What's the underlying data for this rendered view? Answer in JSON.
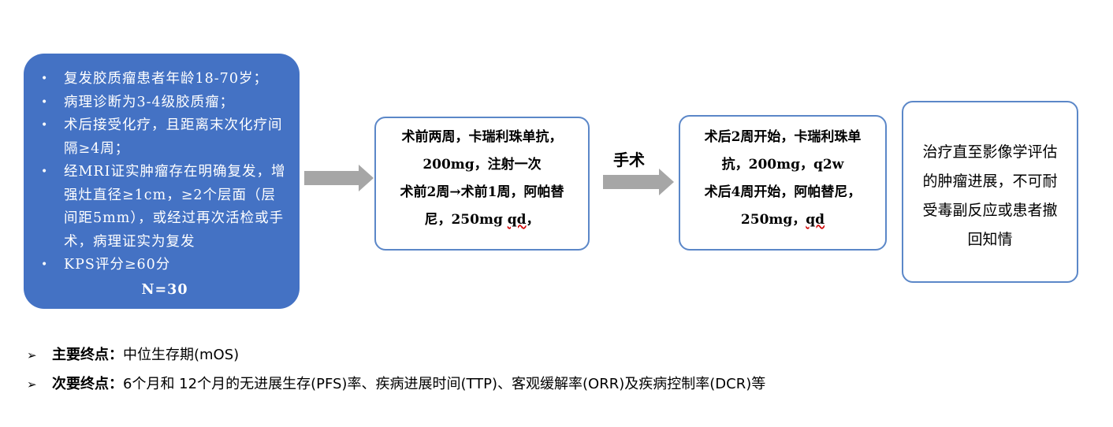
{
  "criteria": {
    "items": [
      "复发胶质瘤患者年龄18-70岁；",
      "病理诊断为3-4级胶质瘤；",
      "术后接受化疗，且距离末次化疗间隔≥4周；",
      "经MRI证实肿瘤存在明确复发，增强灶直径≥1cm，≥2个层面（层间距5mm），或经过再次活检或手术，病理证实为复发",
      "KPS评分≥60分"
    ],
    "bullet": "•",
    "n_label": "N=30"
  },
  "pre_op": {
    "line1": "术前两周，卡瑞利珠单抗，",
    "line2": "200mg，注射一次",
    "line3": "术前2周→术前1周，阿帕替",
    "line4_main": "尼，250mg ",
    "line4_wavy": "qd",
    "line4_end": "，"
  },
  "surgery_label": "手术",
  "post_op": {
    "line1": "术后2周开始，卡瑞利珠单",
    "line2": "抗，200mg，q2w",
    "line3": "术后4周开始，阿帕替尼，",
    "line4_main": "250mg，",
    "line4_wavy": "qd"
  },
  "outcome": {
    "line1": "治疗直至影像学评估",
    "line2": "的肿瘤进展，不可耐",
    "line3": "受毒副反应或患者撤",
    "line4": "回知情"
  },
  "endpoints": {
    "marker": "➢",
    "primary_label": "主要终点：",
    "primary_value": "中位生存期(mOS)",
    "secondary_label": "次要终点：",
    "secondary_value": "6个月和 12个月的无进展生存(PFS)率、疾病进展时间(TTP)、客观缓解率(ORR)及疾病控制率(DCR)等"
  },
  "colors": {
    "criteria_fill": "#4472c4",
    "box_border": "#5b87c8",
    "arrow": "#a6a6a6"
  }
}
